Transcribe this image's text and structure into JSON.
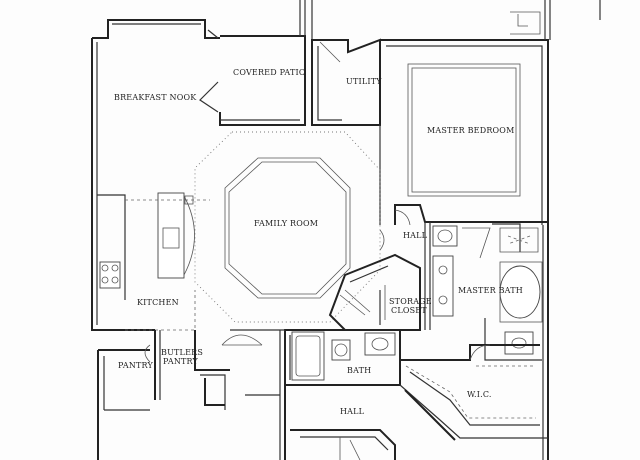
{
  "rooms": {
    "covered_patio": "COVERED PATIO",
    "breakfast_nook": "BREAKFAST NOOK",
    "utility": "UTILITY",
    "master_bedroom": "MASTER BEDROOM",
    "family_room": "FAMILY ROOM",
    "hall_upper": "HALL",
    "kitchen": "KITCHEN",
    "storage": "STORAGE",
    "closet": "CLOSET",
    "master_bath": "MASTER BATH",
    "butlers": "BUTLERS",
    "pantry_butlers": "PANTRY",
    "pantry": "PANTRY",
    "bath": "BATH",
    "hall_lower": "HALL",
    "wic": "W.I.C."
  }
}
